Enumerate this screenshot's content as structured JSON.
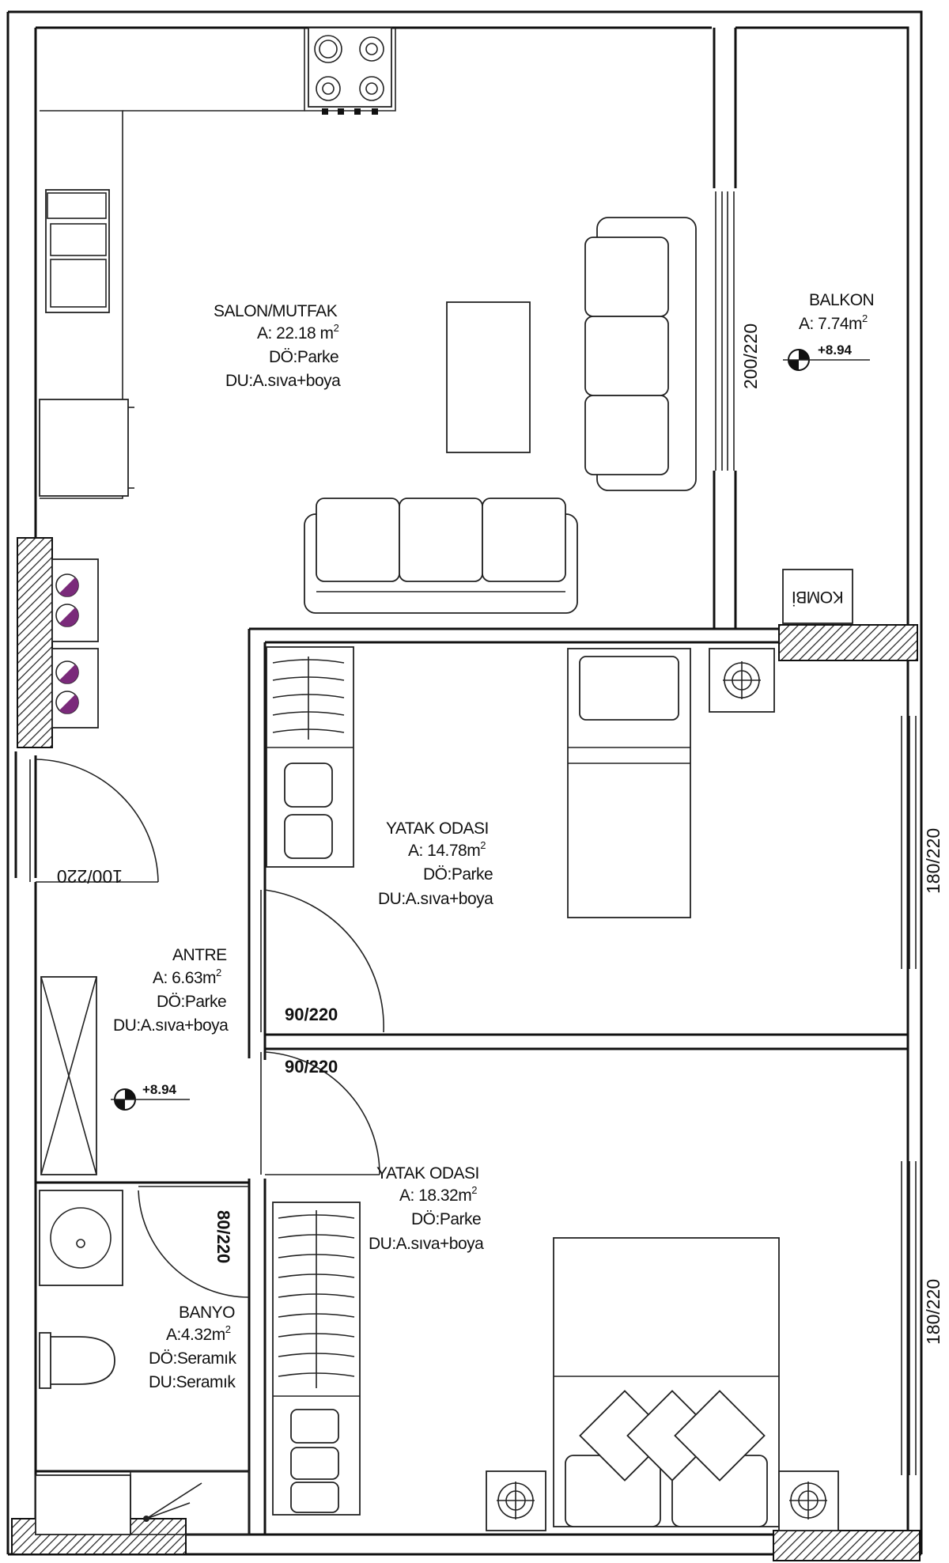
{
  "rooms": {
    "salon": {
      "name": "SALON/MUTFAK",
      "area": "A: 22.18 m",
      "floor": "DÖ:Parke",
      "wall": "DU:A.sıva+boya"
    },
    "balkon": {
      "name": "BALKON",
      "area": "A: 7.74m",
      "level": "+8.94"
    },
    "yatak1": {
      "name": "YATAK ODASI",
      "area": "A: 14.78m",
      "floor": "DÖ:Parke",
      "wall": "DU:A.sıva+boya"
    },
    "antre": {
      "name": "ANTRE",
      "area": "A: 6.63m",
      "floor": "DÖ:Parke",
      "wall": "DU:A.sıva+boya",
      "level": "+8.94"
    },
    "yatak2": {
      "name": "YATAK ODASI",
      "area": "A: 18.32m",
      "floor": "DÖ:Parke",
      "wall": "DU:A.sıva+boya"
    },
    "banyo": {
      "name": "BANYO",
      "area": "A:4.32m",
      "floor": "DÖ:Seramık",
      "wall": "DU:Seramık"
    }
  },
  "area_unit_sup": "2",
  "dimensions": {
    "balcony_door": "200/220",
    "entry_door": "100/220",
    "bedroom1_window": "180/220",
    "bedroom2_window": "180/220",
    "bedroom1_door": "90/220",
    "bedroom2_door": "90/220",
    "bath_door": "80/220"
  },
  "kombi_label": "KOMBİ",
  "colors": {
    "line": "#111111",
    "hatch": "#222222",
    "accent": "#7a2a7a"
  }
}
